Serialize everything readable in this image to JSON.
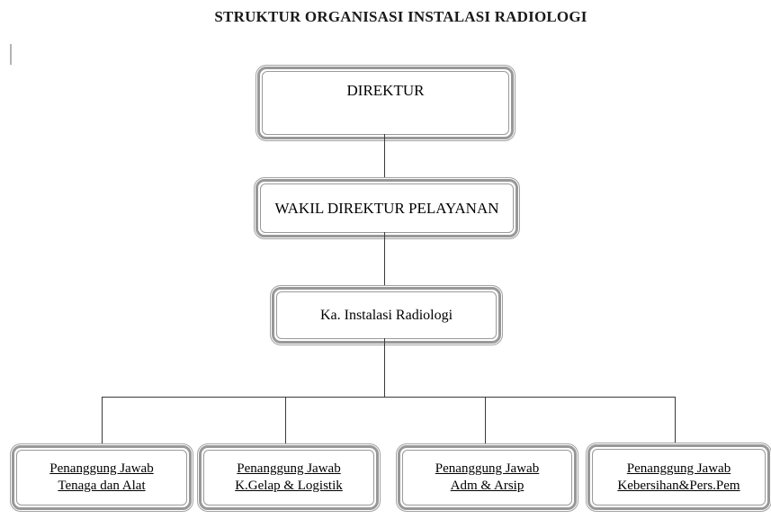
{
  "title": "STRUKTUR ORGANISASI INSTALASI RADIOLOGI",
  "nodes": {
    "direktur": {
      "label": "DIREKTUR"
    },
    "wakil_direktur": {
      "label": "WAKIL DIREKTUR PELAYANAN"
    },
    "ka_instalasi": {
      "label": "Ka. Instalasi Radiologi"
    },
    "pj_tenaga_alat": {
      "line1": "Penanggung Jawab",
      "line2": "Tenaga dan Alat"
    },
    "pj_kgelap_logistik": {
      "line1": "Penanggung Jawab",
      "line2": "K.Gelap & Logistik"
    },
    "pj_adm_arsip": {
      "line1": "Penanggung Jawab",
      "line2": "Adm & Arsip"
    },
    "pj_kebersihan": {
      "line1": "Penanggung Jawab",
      "line2": "Kebersihan&Pers.Pem"
    }
  },
  "hierarchy": {
    "root": "direktur",
    "edges": [
      [
        "direktur",
        "wakil_direktur"
      ],
      [
        "wakil_direktur",
        "ka_instalasi"
      ],
      [
        "ka_instalasi",
        "pj_tenaga_alat"
      ],
      [
        "ka_instalasi",
        "pj_kgelap_logistik"
      ],
      [
        "ka_instalasi",
        "pj_adm_arsip"
      ],
      [
        "ka_instalasi",
        "pj_kebersihan"
      ]
    ]
  },
  "colors": {
    "box_border": "#989898",
    "connector": "#3a3a3a",
    "text": "#000000",
    "background": "#ffffff"
  }
}
